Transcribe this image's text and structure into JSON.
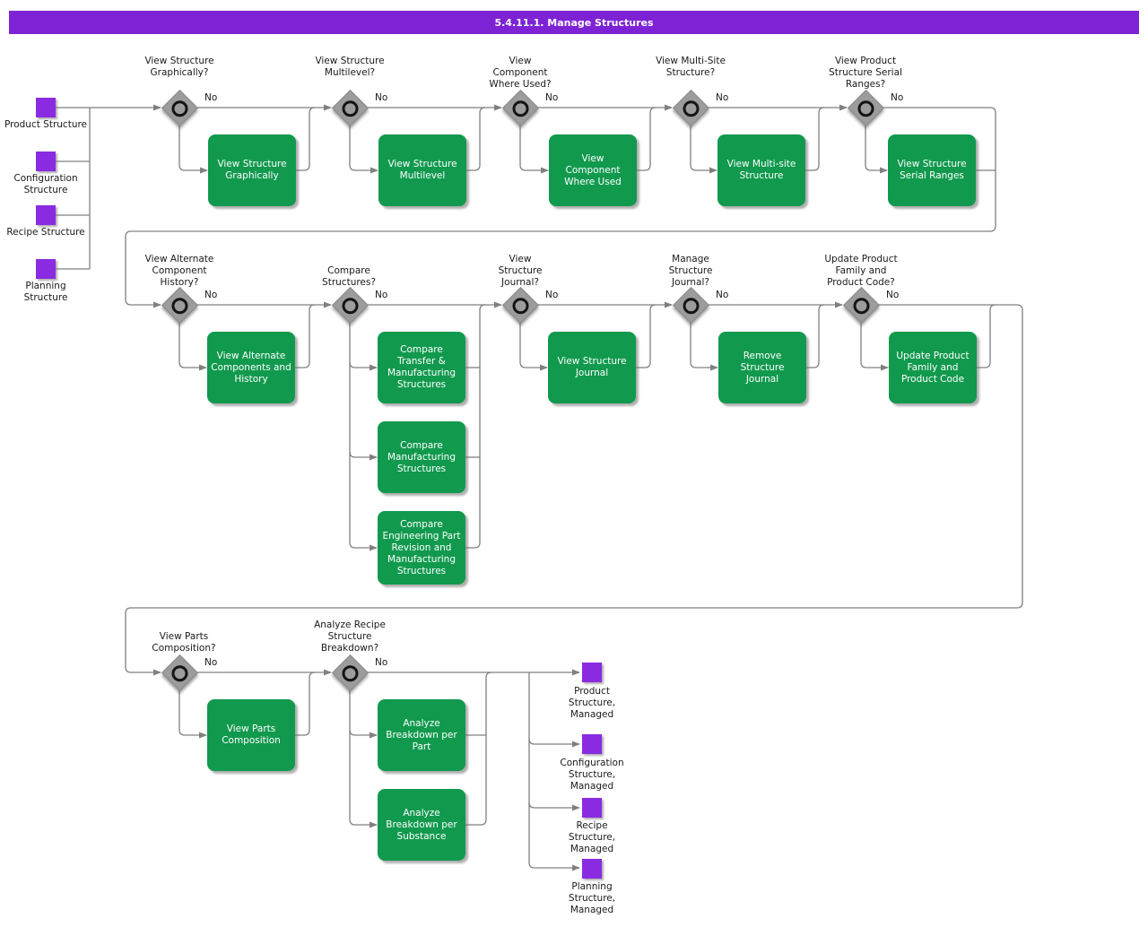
{
  "title_bar": {
    "text": "5.4.11.1. Manage Structures",
    "bg": "#7d22d4",
    "text_color": "#ffffff"
  },
  "colors": {
    "task_green": "#11994e",
    "event_purple": "#8a2be2",
    "gateway_gray": "#9c9c9c",
    "line_gray": "#808080"
  },
  "inputs": [
    {
      "label": "Product Structure"
    },
    {
      "label": "Configuration Structure"
    },
    {
      "label": "Recipe Structure"
    },
    {
      "label": "Planning Structure"
    }
  ],
  "outputs": [
    {
      "label": "Product Structure, Managed"
    },
    {
      "label": "Configuration Structure, Managed"
    },
    {
      "label": "Recipe Structure, Managed"
    },
    {
      "label": "Planning Structure, Managed"
    }
  ],
  "decisions": [
    {
      "question": "View Structure Graphically?",
      "no": "No"
    },
    {
      "question": "View Structure Multilevel?",
      "no": "No"
    },
    {
      "question": "View Component Where Used?",
      "no": "No"
    },
    {
      "question": "View Multi-Site Structure?",
      "no": "No"
    },
    {
      "question": "View Product Structure Serial Ranges?",
      "no": "No"
    },
    {
      "question": "View Alternate Component History?",
      "no": "No"
    },
    {
      "question": "Compare Structures?",
      "no": "No"
    },
    {
      "question": "View Structure Journal?",
      "no": "No"
    },
    {
      "question": "Manage Structure Journal?",
      "no": "No"
    },
    {
      "question": "Update Product Family and Product Code?",
      "no": "No"
    },
    {
      "question": "View Parts Composition?",
      "no": "No"
    },
    {
      "question": "Analyze Recipe Structure Breakdown?",
      "no": "No"
    }
  ],
  "tasks": [
    {
      "label": "View Structure Graphically"
    },
    {
      "label": "View Structure Multilevel"
    },
    {
      "label": "View Component Where Used"
    },
    {
      "label": "View Multi-site Structure"
    },
    {
      "label": "View Structure Serial Ranges"
    },
    {
      "label": "View Alternate Components and History"
    },
    {
      "label": "Compare Transfer & Manufacturing Structures"
    },
    {
      "label": "Compare Manufacturing Structures"
    },
    {
      "label": "Compare Engineering Part Revision and Manufacturing Structures"
    },
    {
      "label": "View Structure Journal"
    },
    {
      "label": "Remove Structure Journal"
    },
    {
      "label": "Update Product Family and Product Code"
    },
    {
      "label": "View Parts Composition"
    },
    {
      "label": "Analyze Breakdown per Part"
    },
    {
      "label": "Analyze Breakdown per Substance"
    }
  ]
}
